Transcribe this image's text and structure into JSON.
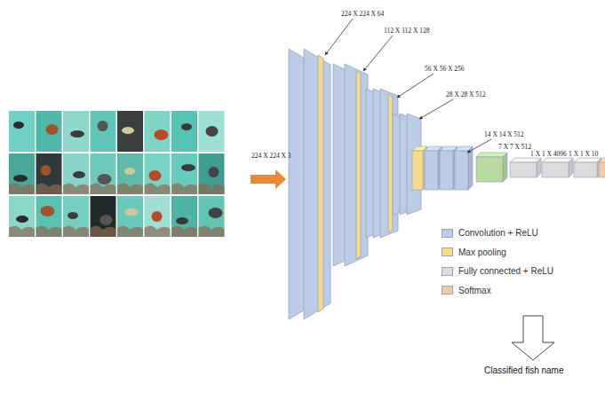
{
  "diagram": {
    "labels": [
      "224 X 224 X 3",
      "224 X 224 X 64",
      "112 X 112 X 128",
      "56 X 56 X 256",
      "28 X 28 X 512",
      "14 X 14 X 512",
      "7 X 7 X 512",
      "1 X 1 X 4096",
      "1 X 1 X 10",
      "Classified fish name"
    ],
    "legend": [
      {
        "text": "Convolution + ReLU",
        "color": "#bccbe6"
      },
      {
        "text": "Max pooling",
        "color": "#f3dc8c"
      },
      {
        "text": "Fully connected + ReLU",
        "color": "#dcdcdc"
      },
      {
        "text": "Softmax",
        "color": "#f2c9a8"
      }
    ]
  }
}
